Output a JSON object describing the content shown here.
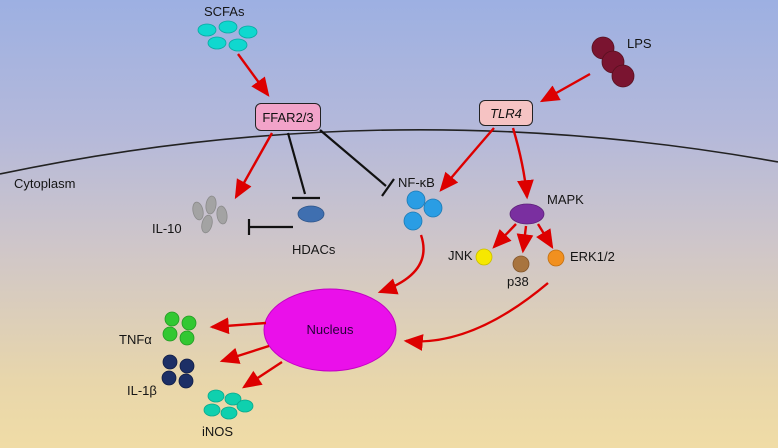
{
  "labels": {
    "scfas": "SCFAs",
    "lps": "LPS",
    "ffar23": "FFAR2/3",
    "tlr4": "TLR4",
    "cytoplasm": "Cytoplasm",
    "il10": "IL-10",
    "hdacs": "HDACs",
    "nfkb": "NF-κB",
    "mapk": "MAPK",
    "jnk": "JNK",
    "p38": "p38",
    "erk12": "ERK1/2",
    "nucleus": "Nucleus",
    "tnfa": "TNFα",
    "il1b": "IL-1β",
    "inos": "iNOS"
  },
  "colors": {
    "scfa_molecule": "#0fd8cf",
    "lps_molecule": "#7a1430",
    "ffar23_box": "#f2a3c9",
    "tlr4_box": "#f6c3c3",
    "il10_molecule": "#a3a3a3",
    "hdacs_molecule": "#3f6fb0",
    "nfkb_molecule": "#2a9de4",
    "mapk_molecule": "#7a2fa0",
    "jnk_molecule": "#f6e800",
    "p38_molecule": "#a8743f",
    "erk_molecule": "#f1901f",
    "nucleus": "#ea10ea",
    "tnfa_molecule": "#32c832",
    "il1b_molecule": "#1c2f66",
    "inos_molecule": "#0fd0ae",
    "activation_arrow": "#dd0000",
    "inhibition_line": "#111111",
    "membrane_line": "#222222"
  },
  "edges": [
    {
      "from": "SCFAs",
      "to": "FFAR2/3",
      "type": "activation"
    },
    {
      "from": "LPS",
      "to": "TLR4",
      "type": "activation"
    },
    {
      "from": "FFAR2/3",
      "to": "IL-10",
      "type": "activation"
    },
    {
      "from": "FFAR2/3",
      "to": "HDACs",
      "type": "inhibition"
    },
    {
      "from": "FFAR2/3",
      "to": "NF-κB",
      "type": "inhibition"
    },
    {
      "from": "HDACs",
      "to": "IL-10",
      "type": "inhibition"
    },
    {
      "from": "TLR4",
      "to": "NF-κB",
      "type": "activation"
    },
    {
      "from": "TLR4",
      "to": "MAPK",
      "type": "activation"
    },
    {
      "from": "MAPK",
      "to": "JNK",
      "type": "activation"
    },
    {
      "from": "MAPK",
      "to": "p38",
      "type": "activation"
    },
    {
      "from": "MAPK",
      "to": "ERK1/2",
      "type": "activation"
    },
    {
      "from": "NF-κB",
      "to": "Nucleus",
      "type": "activation"
    },
    {
      "from": "MAPK pathway",
      "to": "Nucleus",
      "type": "activation"
    },
    {
      "from": "Nucleus",
      "to": "TNFα",
      "type": "activation"
    },
    {
      "from": "Nucleus",
      "to": "IL-1β",
      "type": "activation"
    },
    {
      "from": "Nucleus",
      "to": "iNOS",
      "type": "activation"
    }
  ]
}
